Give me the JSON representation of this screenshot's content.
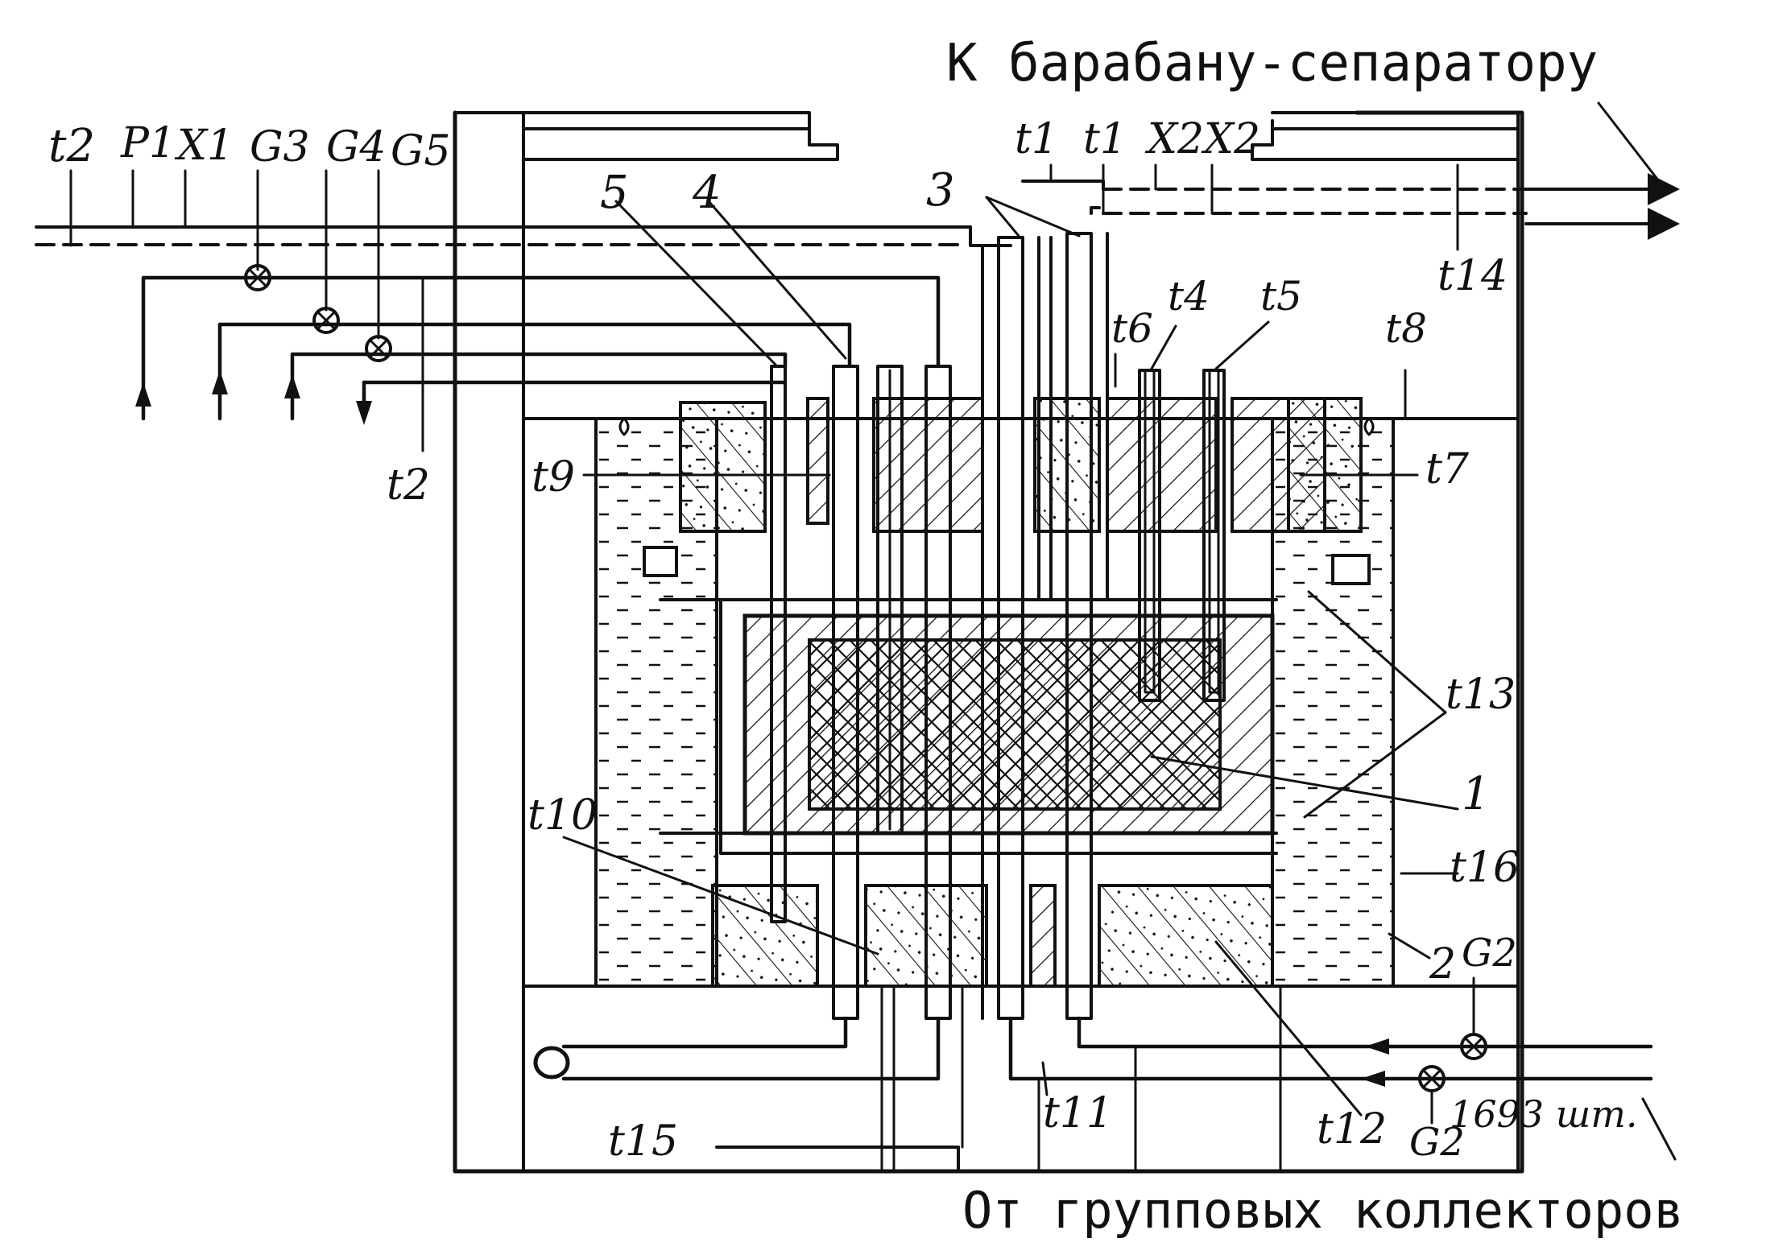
{
  "captions": {
    "top": "К барабану-сепаратору",
    "bottom": "От групповых коллекторов",
    "count": "1693 шт."
  },
  "top_left_labels": {
    "t2": "t2",
    "p1": "P1",
    "x1": "X1",
    "g3": "G3",
    "g4": "G4",
    "g5": "G5"
  },
  "top_center_labels": {
    "t1a": "t1",
    "t1b": "t1",
    "x2a": "X2",
    "x2b": "X2",
    "t14": "t14"
  },
  "inner_labels": {
    "t2_lower": "t2",
    "t9": "t9",
    "t6": "t6",
    "t4": "t4",
    "t5": "t5",
    "t8": "t8",
    "t7": "t7",
    "t13": "t13",
    "t16": "t16",
    "t10": "t10",
    "t11": "t11",
    "t12": "t12",
    "t15": "t15",
    "g2_upper": "G2",
    "g2_lower": "G2"
  },
  "part_numbers": {
    "p1": "1",
    "p2": "2",
    "p3": "3",
    "p4": "4",
    "p5": "5"
  },
  "icons": {
    "valve": "valve-crossed-circle-icon",
    "arrow_up": "arrow-up-icon",
    "arrow_down": "arrow-down-icon",
    "arrow_right": "arrow-right-icon",
    "arrow_left": "arrow-left-icon",
    "loop": "pipe-loop-icon"
  },
  "colors": {
    "ink": "#111111",
    "paper": "#ffffff"
  }
}
